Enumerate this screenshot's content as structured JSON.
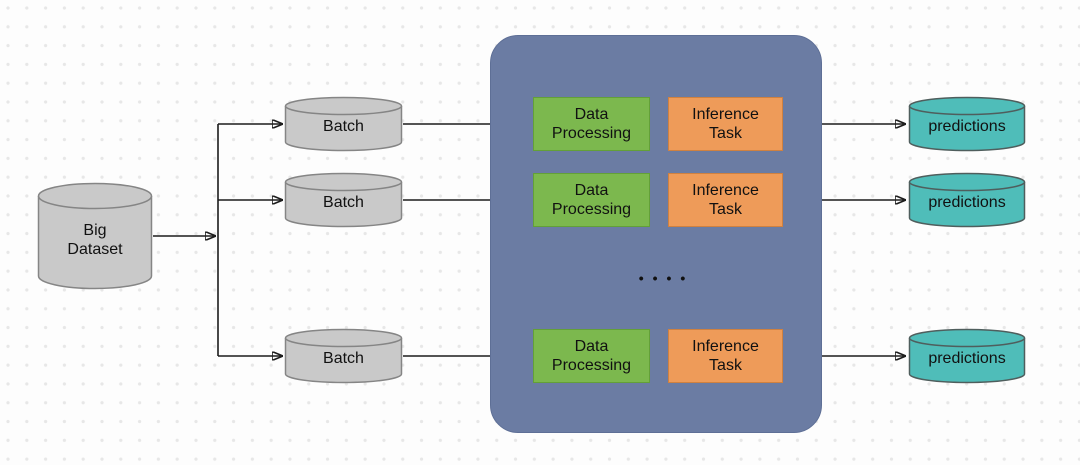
{
  "diagram": {
    "source": {
      "label": "Big\nDataset"
    },
    "batches": [
      {
        "label": "Batch"
      },
      {
        "label": "Batch"
      },
      {
        "label": "Batch"
      }
    ],
    "pool": {
      "rows": [
        {
          "processing": "Data\nProcessing",
          "inference": "Inference\nTask"
        },
        {
          "processing": "Data\nProcessing",
          "inference": "Inference\nTask"
        },
        {
          "processing": "Data\nProcessing",
          "inference": "Inference\nTask"
        }
      ],
      "ellipsis": "••••"
    },
    "outputs": [
      {
        "label": "predictions"
      },
      {
        "label": "predictions"
      },
      {
        "label": "predictions"
      }
    ],
    "colors": {
      "pool_fill": "#6b7ca3",
      "batch_fill": "#c9c9c9",
      "batch_stroke": "#858585",
      "processing_fill": "#7cb84e",
      "inference_fill": "#ee9b59",
      "predictions_fill": "#4fbdb9",
      "predictions_stroke": "#4f5e5d",
      "arrow_color": "#1c1c1c"
    }
  }
}
